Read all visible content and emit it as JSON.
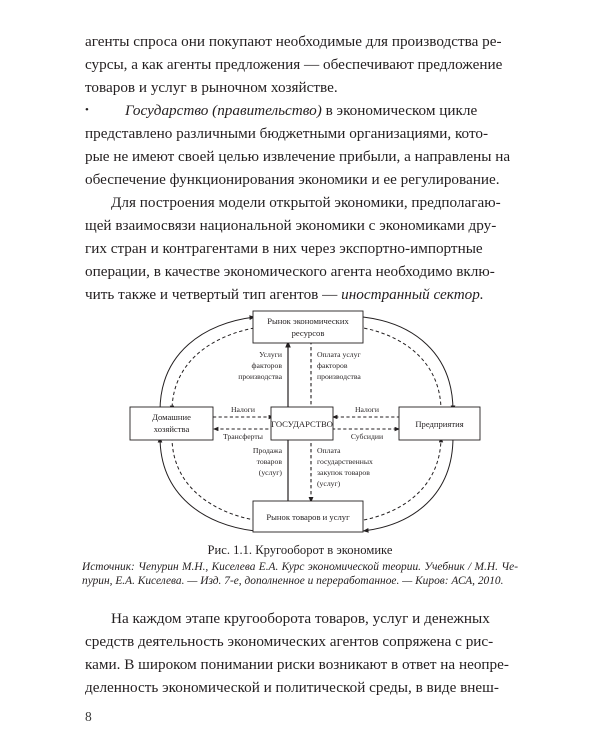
{
  "page": {
    "number": "8"
  },
  "paragraphs": {
    "p1_lines": [
      "агенты спроса они покупают необходимые для производства ре-",
      "сурсы, а как агенты предложения — обеспечивают предложение",
      "товаров и услуг в рыночном хозяйстве."
    ],
    "bullet": {
      "glyph": "•",
      "italic_lead": "Государство (правительство)",
      "lines": [
        " в экономическом цикле",
        "представлено различными бюджетными организациями, кото-",
        "рые не имеют своей целью извлечение прибыли, а направлены на",
        "обеспечение функционирования экономики и ее регулирование."
      ]
    },
    "p2_lines": [
      "Для построения модели открытой экономики, предполагаю-",
      "щей взаимосвязи национальной экономики с экономиками дру-",
      "гих стран и контрагентами в них через экспортно-импортные",
      "операции, в качестве экономического агента необходимо вклю-",
      "чить также и четвертый тип агентов — "
    ],
    "p2_italic_tail": "иностранный сектор.",
    "p3_lines": [
      "На каждом этапе кругооборота товаров, услуг и денежных",
      "средств деятельность экономических агентов сопряжена с рис-",
      "ками. В широком понимании риски возникают в ответ на неопре-",
      "деленность экономической и политической среды, в виде внеш-"
    ]
  },
  "figure": {
    "caption": "Рис. 1.1. Кругооборот в экономике",
    "source_label": "Источник:",
    "source_text": " Чепурин М.Н., Киселева Е.А. Курс экономической теории. Учебник / М.Н. Че-пурин, Е.А. Киселева. — Изд. 7-е, дополненное и переработанное. — Киров: АСА, 2010.",
    "nodes": {
      "top": {
        "line1": "Рынок экономических",
        "line2": "ресурсов"
      },
      "left": {
        "line1": "Домашние",
        "line2": "хозяйства"
      },
      "center": {
        "line1": "ГОСУДАРСТВО"
      },
      "right": {
        "line1": "Предприятия"
      },
      "bottom": {
        "line1": "Рынок товаров и услуг"
      }
    },
    "edge_labels": {
      "services_factors": [
        "Услуги",
        "факторов",
        "производства"
      ],
      "payment_factors": [
        "Оплата услуг",
        "факторов",
        "производства"
      ],
      "taxes_left": "Налоги",
      "transfers": "Трансферты",
      "taxes_right": "Налоги",
      "subsidies": "Субсидии",
      "sale_goods": [
        "Продажа",
        "товаров",
        "(услуг)"
      ],
      "payment_procurement": [
        "Оплата",
        "государственных",
        "закупок товаров",
        "(услуг)"
      ]
    }
  },
  "colors": {
    "ink": "#231f20",
    "paper": "#ffffff"
  }
}
